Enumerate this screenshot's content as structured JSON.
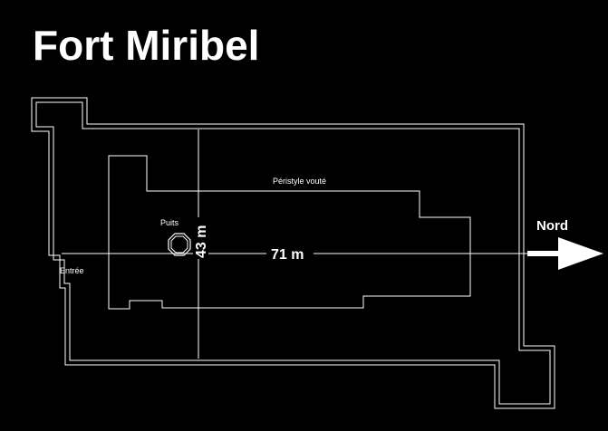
{
  "title": "Fort Miribel",
  "labels": {
    "peristyle": "Péristyle vouté",
    "well": "Puits",
    "entrance": "Entrée"
  },
  "dimensions": {
    "length": "71 m",
    "width": "43 m"
  },
  "north": {
    "label": "Nord"
  },
  "colors": {
    "background": "#000000",
    "lines": "#ffffff"
  }
}
